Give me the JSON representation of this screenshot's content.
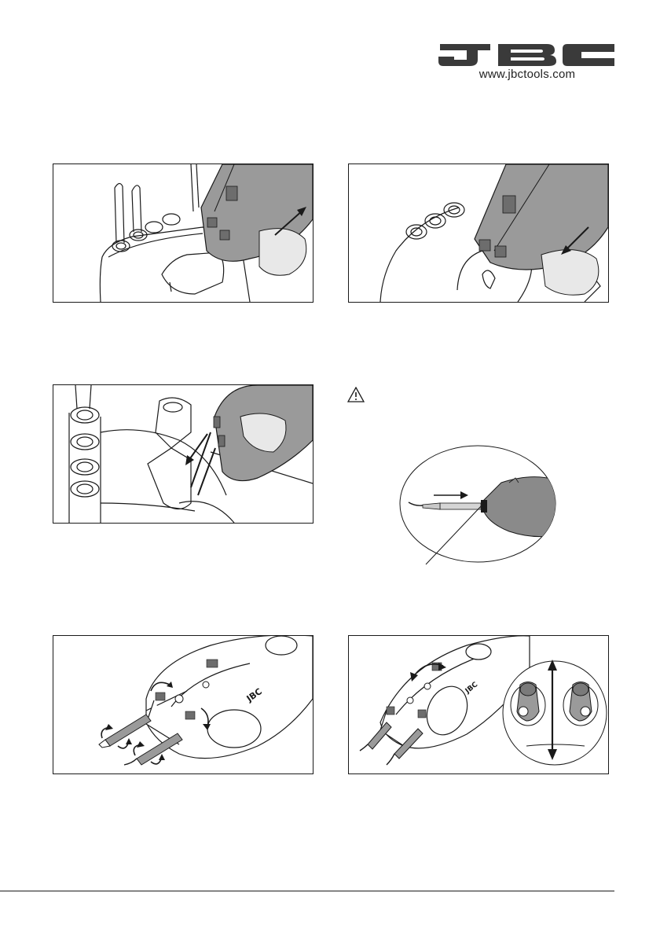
{
  "brand": {
    "logo_text": "JBC",
    "url": "www.jbctools.com",
    "color": "#3a3a3a"
  },
  "figures": [
    {
      "id": "fig-1",
      "icon": "arrow-up-right-icon"
    },
    {
      "id": "fig-2",
      "icon": "arrow-down-left-icon"
    },
    {
      "id": "fig-3",
      "icon": "arrow-down-left-icon"
    },
    {
      "id": "fig-4",
      "icon": "warning-icon"
    },
    {
      "id": "fig-5",
      "icon": "rotate-arrows-icon"
    },
    {
      "id": "fig-6",
      "icon": "double-arrow-vertical-icon"
    }
  ],
  "colors": {
    "handle_gray": "#9a9a9a",
    "handle_dark": "#6d6d6d",
    "line": "#1a1a1a"
  }
}
